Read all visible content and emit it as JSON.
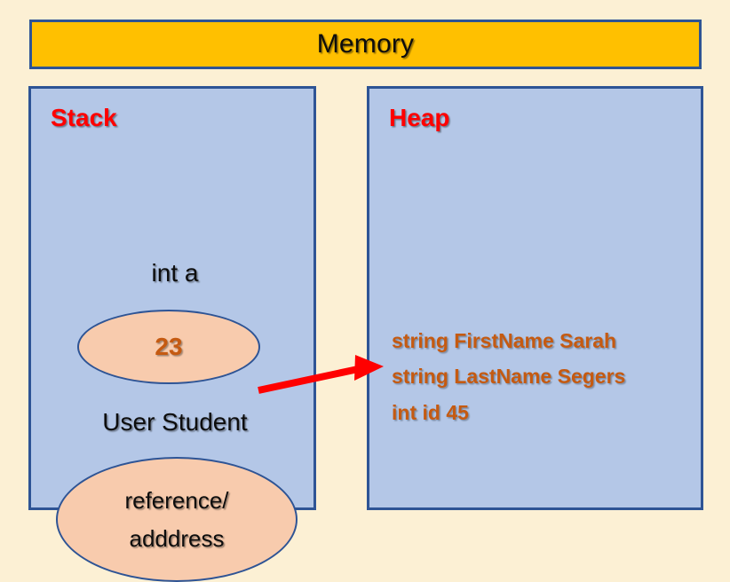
{
  "diagram": {
    "title": "Memory",
    "background_color": "#FCF0D4",
    "header": {
      "label": "Memory",
      "fill_color": "#FFC000",
      "border_color": "#2E5495",
      "text_color": "#0D0D0D"
    },
    "regions": [
      {
        "id": "stack",
        "title": "Stack",
        "title_color": "#FF0000",
        "fill_color": "#B4C7E7",
        "border_color": "#2E5495",
        "entries": [
          {
            "label": "int a",
            "value_shape": "ellipse",
            "value_lines": [
              "23"
            ],
            "value_text_color": "#C55A11",
            "value_fill_color": "#F8CBAD"
          },
          {
            "label": "User Student",
            "value_shape": "ellipse",
            "value_lines": [
              "reference/",
              "adddress"
            ],
            "value_text_color": "#0D0D0D",
            "value_fill_color": "#F8CBAD"
          }
        ]
      },
      {
        "id": "heap",
        "title": "Heap",
        "title_color": "#FF0000",
        "fill_color": "#B4C7E7",
        "border_color": "#2E5495",
        "fields": [
          "string FirstName Sarah",
          "string LastName Segers",
          "int id 45"
        ],
        "fields_text_color": "#C55A11"
      }
    ],
    "arrow": {
      "name": "reference-arrow",
      "color": "#FF0000",
      "from": "stack reference/adddress ellipse",
      "to": "heap object"
    }
  }
}
